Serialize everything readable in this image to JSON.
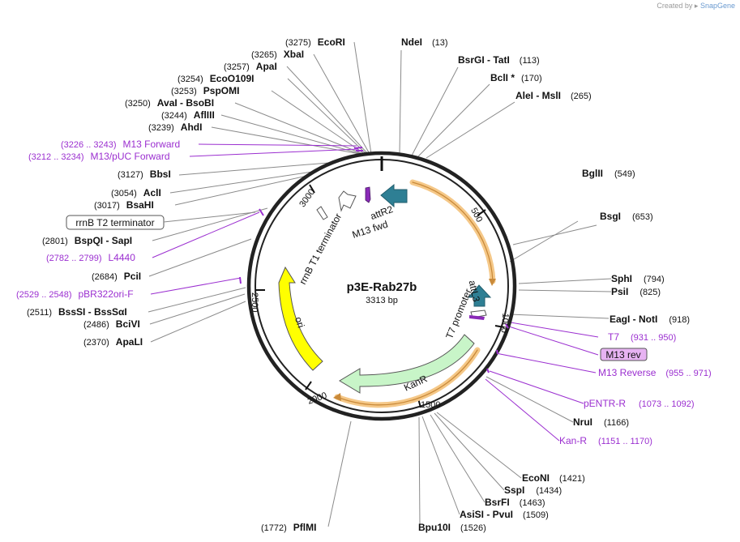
{
  "brand": {
    "created_by": "Created by",
    "product": "SnapGene"
  },
  "plasmid": {
    "name": "p3E-Rab27b",
    "length": "3313 bp"
  },
  "ticks": [
    "500",
    "1000",
    "1500",
    "2000",
    "2500",
    "3000"
  ],
  "sites": [
    {
      "pos": "(3275)",
      "name": "EcoRI"
    },
    {
      "pos": "(3265)",
      "name": "XbaI"
    },
    {
      "pos": "(3257)",
      "name": "ApaI"
    },
    {
      "pos": "(3254)",
      "name": "EcoO109I"
    },
    {
      "pos": "(3253)",
      "name": "PspOMI"
    },
    {
      "pos": "(3250)",
      "name": "AvaI  - BsoBI"
    },
    {
      "pos": "(3244)",
      "name": "AflIII"
    },
    {
      "pos": "(3239)",
      "name": "AhdI"
    },
    {
      "pos": "(3127)",
      "name": "BbsI"
    },
    {
      "pos": "(3054)",
      "name": "AclI"
    },
    {
      "pos": "(3017)",
      "name": "BsaHI"
    },
    {
      "pos": "(2801)",
      "name": "BspQI  - SapI"
    },
    {
      "pos": "(2684)",
      "name": "PciI"
    },
    {
      "pos": "(2511)",
      "name": "BssSI  - BssSαI"
    },
    {
      "pos": "(2486)",
      "name": "BciVI"
    },
    {
      "pos": "(2370)",
      "name": "ApaLI"
    },
    {
      "pos": "(13)",
      "name": "NdeI"
    },
    {
      "pos": "(113)",
      "name": "BsrGI  - TatI"
    },
    {
      "pos": "(170)",
      "name": "BclI *"
    },
    {
      "pos": "(265)",
      "name": "AleI  - MslI"
    },
    {
      "pos": "(549)",
      "name": "BglII"
    },
    {
      "pos": "(653)",
      "name": "BsgI"
    },
    {
      "pos": "(794)",
      "name": "SphI"
    },
    {
      "pos": "(825)",
      "name": "PsiI"
    },
    {
      "pos": "(918)",
      "name": "EagI  - NotI"
    },
    {
      "pos": "(1166)",
      "name": "NruI"
    },
    {
      "pos": "(1421)",
      "name": "EcoNI"
    },
    {
      "pos": "(1434)",
      "name": "SspI"
    },
    {
      "pos": "(1463)",
      "name": "BsrFI"
    },
    {
      "pos": "(1509)",
      "name": "AsiSI  - PvuI"
    },
    {
      "pos": "(1526)",
      "name": "Bpu10I"
    },
    {
      "pos": "(1772)",
      "name": "PflMI"
    }
  ],
  "primers": [
    {
      "range": "(3226 .. 3243)",
      "name": "M13 Forward"
    },
    {
      "range": "(3212 .. 3234)",
      "name": "M13/pUC Forward"
    },
    {
      "range": "(2782 .. 2799)",
      "name": "L4440"
    },
    {
      "range": "(2529 .. 2548)",
      "name": "pBR322ori-F"
    },
    {
      "range": "(931 .. 950)",
      "name": "T7"
    },
    {
      "range": "(955 .. 971)",
      "name": "M13 Reverse"
    },
    {
      "range": "(1073 .. 1092)",
      "name": "pENTR-R"
    },
    {
      "range": "(1151 .. 1170)",
      "name": "Kan-R"
    }
  ],
  "boxed_labels": {
    "rrnb_t2": "rrnB T2 terminator",
    "m13_rev": "M13 rev"
  },
  "features": {
    "attr2": "attR2",
    "m13fwd": "M13 fwd",
    "rrnb_t1": "rrnB T1 terminator",
    "ori": "ori",
    "kanr": "KanR",
    "t7": "T7 promoter",
    "attl3": "attL3"
  },
  "colors": {
    "backbone": "#222222",
    "enzyme_line": "#8a8a8a",
    "primer": "#9b2fd0",
    "primer_box_fill": "#e7b3f2",
    "ori": "#ffff00",
    "kanr": "#c8f5c8",
    "att_arrow": "#2e7f94",
    "orf_band": "#f5c888"
  }
}
